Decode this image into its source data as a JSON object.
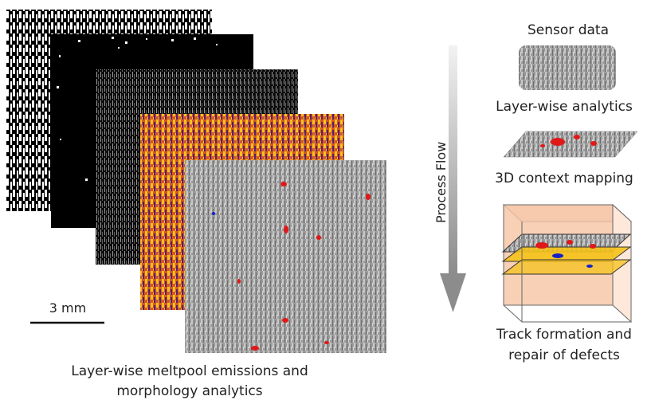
{
  "left": {
    "caption_line1": "Layer-wise meltpool emissions and",
    "caption_line2": "morphology analytics",
    "scale_bar_label": "3 mm"
  },
  "process_flow_label": "Process Flow",
  "steps": [
    {
      "label": "Sensor data"
    },
    {
      "label": "Layer-wise analytics"
    },
    {
      "label": "3D context mapping"
    },
    {
      "label_line1": "Track formation and",
      "label_line2": "repair of defects"
    }
  ],
  "colors": {
    "defect_red": "#e01818",
    "defect_blue": "#1420c8",
    "heat_yellow": "#f5c21a",
    "heat_orange": "#d2582a",
    "heat_purple": "#5a1d6b",
    "box_fill": "#f6c4a4",
    "arrow_gray": "#8c8c8c"
  }
}
